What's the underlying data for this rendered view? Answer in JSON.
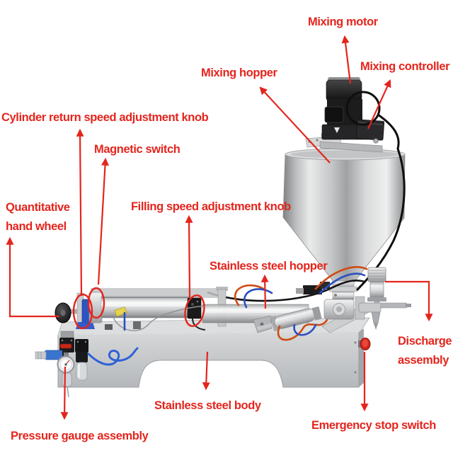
{
  "colors": {
    "accent_red": "#e4251d",
    "stainless_light": "#e9eaea",
    "stainless_mid": "#c7c9cb",
    "stainless_dark": "#8f9194",
    "hose_blue": "#2f62d8",
    "hose_orange": "#cf4b13",
    "motor_black": "#1f1f1f",
    "background": "#ffffff"
  },
  "labels": {
    "mixing_motor": "Mixing motor",
    "mixing_hopper": "Mixing hopper",
    "mixing_controller": "Mixing controller",
    "cylinder_return_speed_adjustment_knob": "Cylinder return speed adjustment knob",
    "magnetic_switch": "Magnetic switch",
    "quantitative_hand_wheel": "Quantitative\nhand wheel",
    "filling_speed_adjustment_knob": "Filling speed adjustment knob",
    "stainless_steel_hopper": "Stainless steel hopper",
    "discharge_assembly": "Discharge\nassembly",
    "stainless_steel_body": "Stainless steel body",
    "emergency_stop_switch": "Emergency stop switch",
    "pressure_gauge_assembly": "Pressure gauge assembly"
  }
}
